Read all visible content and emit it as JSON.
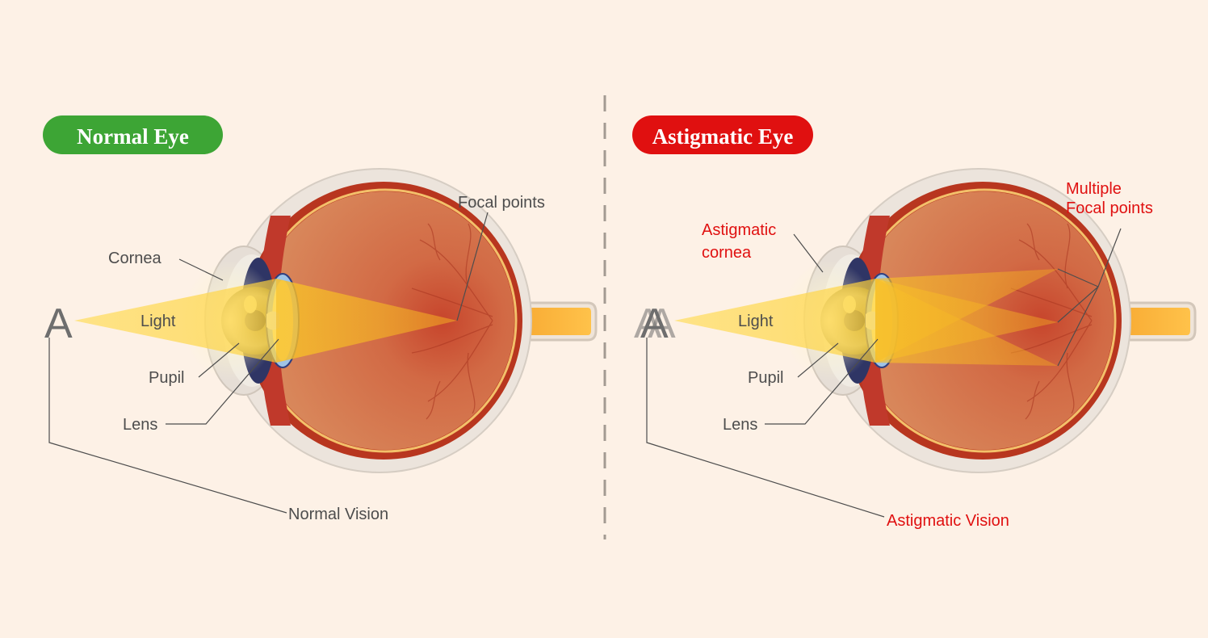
{
  "colors": {
    "background": "#fdf1e6",
    "normal_accent": "#3da535",
    "astigmatic_accent": "#e01010",
    "label_gray": "#4d4d4d",
    "divider": "#a39a92"
  },
  "normal": {
    "title": "Normal Eye",
    "letter": "A",
    "labels": {
      "cornea": "Cornea",
      "light": "Light",
      "pupil": "Pupil",
      "lens": "Lens",
      "focal_points": "Focal points",
      "vision": "Normal Vision"
    }
  },
  "astigmatic": {
    "title": "Astigmatic Eye",
    "letter": "A",
    "labels": {
      "cornea_line1": "Astigmatic",
      "cornea_line2": "cornea",
      "light": "Light",
      "pupil": "Pupil",
      "lens": "Lens",
      "focal_line1": "Multiple",
      "focal_line2": "Focal points",
      "vision": "Astigmatic Vision"
    }
  }
}
